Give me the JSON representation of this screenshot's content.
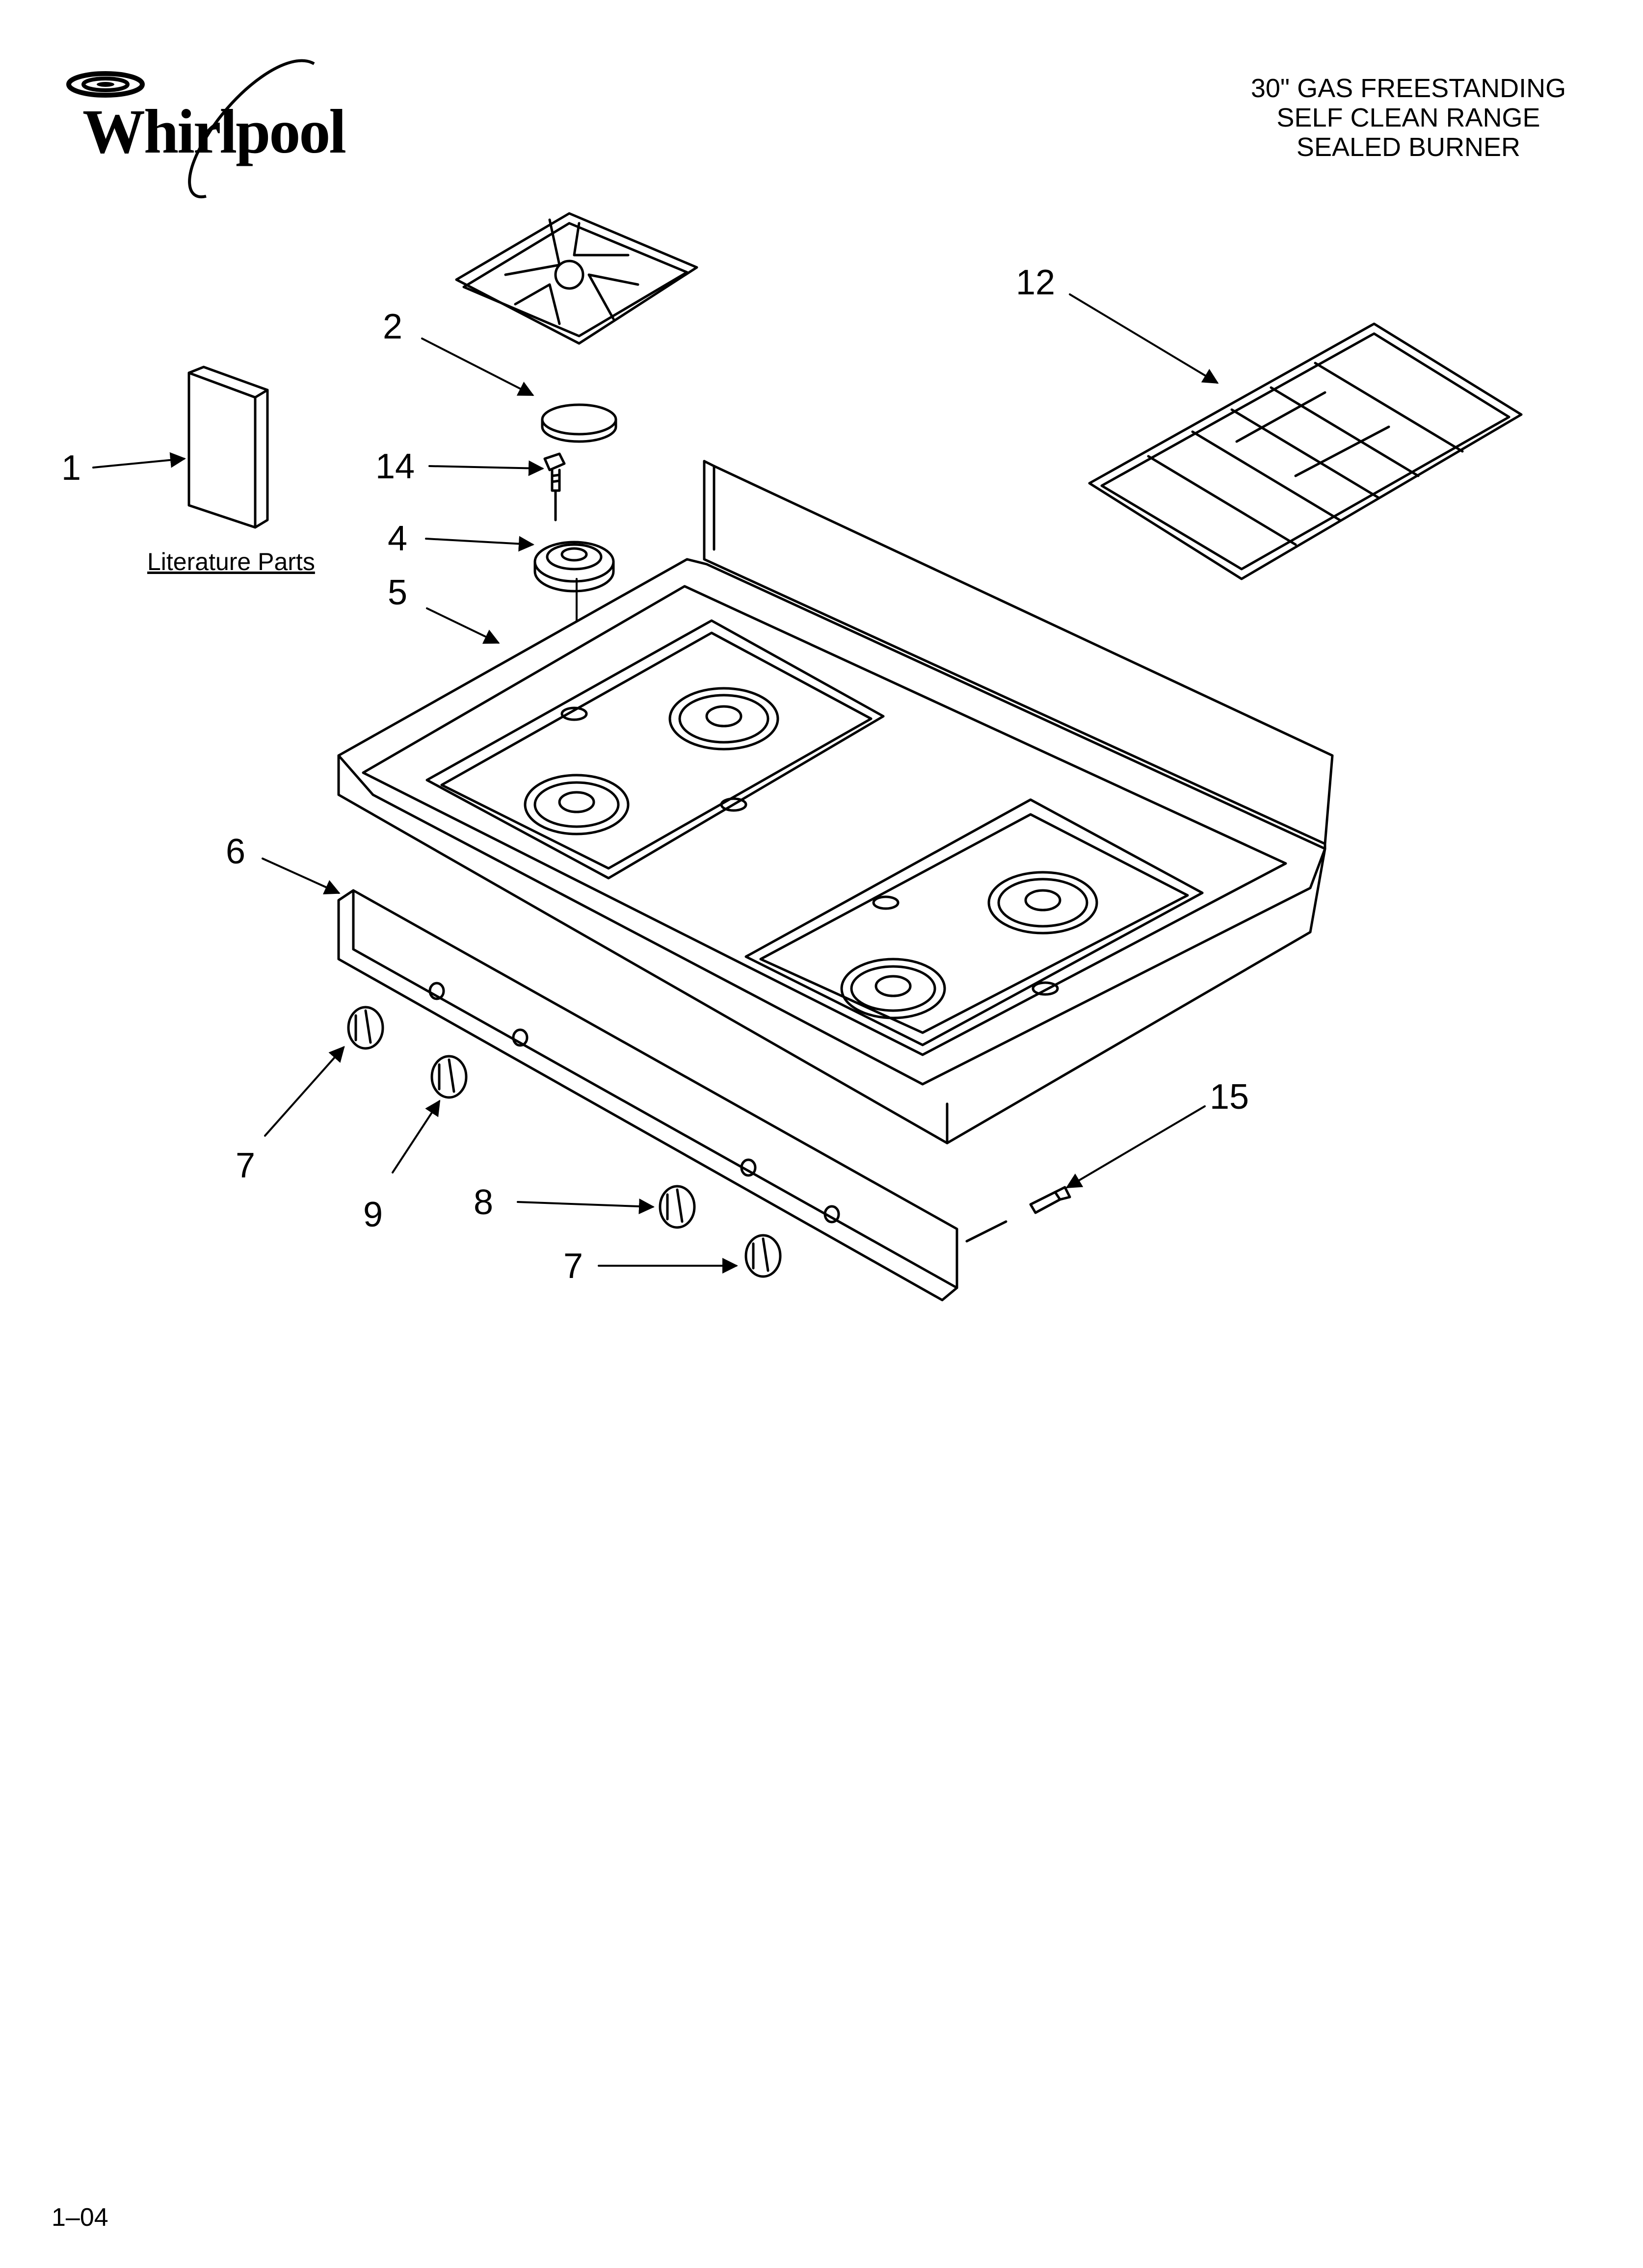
{
  "header": {
    "brand": "Whirlpool",
    "title_lines": [
      "30\" GAS FREESTANDING",
      "SELF CLEAN RANGE",
      "SEALED BURNER"
    ]
  },
  "labels": {
    "literature_parts": "Literature Parts"
  },
  "callouts": [
    {
      "id": "c1",
      "text": "1"
    },
    {
      "id": "c2",
      "text": "2"
    },
    {
      "id": "c14",
      "text": "14"
    },
    {
      "id": "c4",
      "text": "4"
    },
    {
      "id": "c5",
      "text": "5"
    },
    {
      "id": "c12",
      "text": "12"
    },
    {
      "id": "c6",
      "text": "6"
    },
    {
      "id": "c7a",
      "text": "7"
    },
    {
      "id": "c9",
      "text": "9"
    },
    {
      "id": "c8",
      "text": "8"
    },
    {
      "id": "c7b",
      "text": "7"
    },
    {
      "id": "c15",
      "text": "15"
    }
  ],
  "footer": {
    "page_code": "1–04"
  }
}
